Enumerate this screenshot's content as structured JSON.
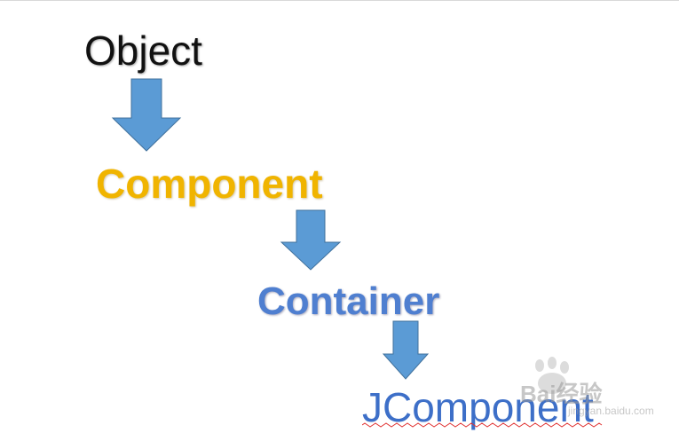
{
  "nodes": {
    "object": "Object",
    "component": "Component",
    "container": "Container",
    "jcomponent": "JComponent"
  },
  "watermark": {
    "text": "Bai经验",
    "sub": "jingyan.baidu.com"
  },
  "colors": {
    "object": "#111111",
    "component": "#f0b400",
    "container": "#4f7fd0",
    "jcomponent": "#3d6fc8",
    "arrow": "#5b9bd5"
  }
}
